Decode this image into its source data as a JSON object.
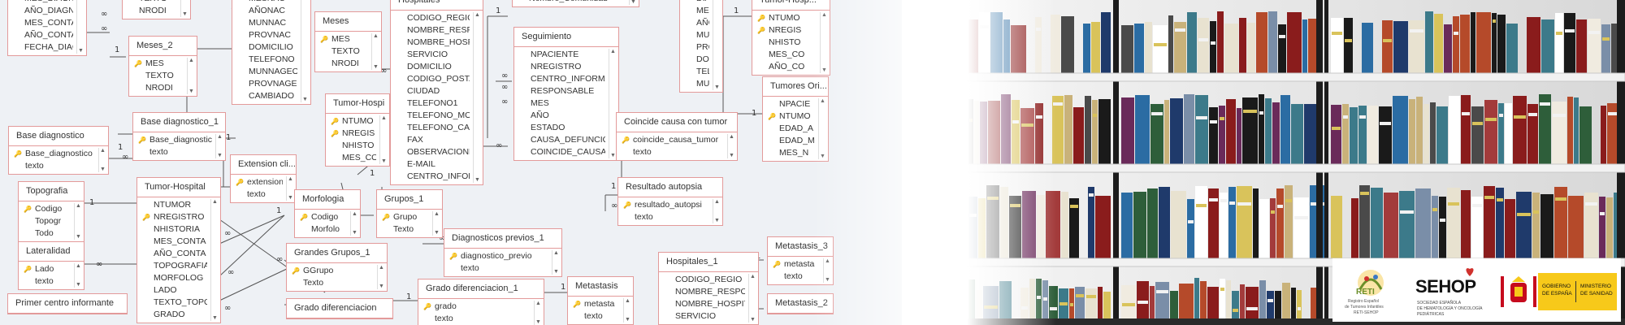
{
  "tables": [
    {
      "id": "t1",
      "title": "",
      "fields": [
        {
          "name": "MES_DIAGNOS"
        },
        {
          "name": "AÑO_DIAGNOS"
        },
        {
          "name": "MES_CONTACT"
        },
        {
          "name": "AÑO_CONTACT"
        },
        {
          "name": "FECHA_DIAGN"
        }
      ]
    },
    {
      "id": "t2",
      "title": "",
      "fields": [
        {
          "name": "TEXTO"
        },
        {
          "name": "NRODI"
        }
      ]
    },
    {
      "id": "t3",
      "title": "Meses_2",
      "fields": [
        {
          "name": "MES",
          "key": true
        },
        {
          "name": "TEXTO"
        },
        {
          "name": "NRODI"
        }
      ]
    },
    {
      "id": "t4",
      "title": "",
      "fields": [
        {
          "name": "MESNAC"
        },
        {
          "name": "AÑONAC"
        },
        {
          "name": "MUNNAC"
        },
        {
          "name": "PROVNAC"
        },
        {
          "name": "DOMICILIO"
        },
        {
          "name": "TELEFONO"
        },
        {
          "name": "MUNNAGEO"
        },
        {
          "name": "PROVNAGEO"
        },
        {
          "name": "CAMBIADO"
        }
      ]
    },
    {
      "id": "t5",
      "title": "Meses",
      "fields": [
        {
          "name": "MES",
          "key": true
        },
        {
          "name": "TEXTO"
        },
        {
          "name": "NRODI"
        }
      ]
    },
    {
      "id": "t6",
      "title": "Hospitales",
      "fields": [
        {
          "name": "CODIGO_REGIO"
        },
        {
          "name": "NOMBRE_RESPO"
        },
        {
          "name": "NOMBRE_HOSPI"
        },
        {
          "name": "SERVICIO"
        },
        {
          "name": "DOMICILIO"
        },
        {
          "name": "CODIGO_POSTA"
        },
        {
          "name": "CIUDAD"
        },
        {
          "name": "TELEFONO1"
        },
        {
          "name": "TELEFONO_MO"
        },
        {
          "name": "TELEFONO_CAS"
        },
        {
          "name": "FAX"
        },
        {
          "name": "OBSERVACIONE"
        },
        {
          "name": "E-MAIL"
        },
        {
          "name": "CENTRO_INFOR"
        }
      ]
    },
    {
      "id": "t7",
      "title": "",
      "fields": [
        {
          "name": "Nombre_Comunidad"
        }
      ]
    },
    {
      "id": "t8",
      "title": "Seguimiento",
      "fields": [
        {
          "name": "NPACIENTE"
        },
        {
          "name": "NREGISTRO"
        },
        {
          "name": "CENTRO_INFORMA"
        },
        {
          "name": "RESPONSABLE"
        },
        {
          "name": "MES"
        },
        {
          "name": "AÑO"
        },
        {
          "name": "ESTADO"
        },
        {
          "name": "CAUSA_DEFUNCIO"
        },
        {
          "name": "COINCIDE_CAUSA"
        }
      ]
    },
    {
      "id": "t9",
      "title": "",
      "fields": [
        {
          "name": "DIAGNO"
        },
        {
          "name": "MESNAC"
        },
        {
          "name": "AÑONA"
        },
        {
          "name": "MUNNA"
        },
        {
          "name": "PROVN"
        },
        {
          "name": "DOMICI"
        },
        {
          "name": "TELEFO"
        },
        {
          "name": "MUNNA"
        }
      ]
    },
    {
      "id": "t10",
      "title": "Tumor-Hospi",
      "fields": [
        {
          "name": "NTUMO",
          "key": true
        },
        {
          "name": "NREGIS",
          "key": true
        },
        {
          "name": "NHISTO"
        },
        {
          "name": "MES_CO"
        }
      ]
    },
    {
      "id": "t11",
      "title": "Tumores Ori...",
      "fields": [
        {
          "name": "NPACIE"
        },
        {
          "name": "NTUMO",
          "key": true
        },
        {
          "name": "EDAD_A"
        },
        {
          "name": "EDAD_M"
        },
        {
          "name": "MES_N"
        }
      ]
    },
    {
      "id": "t12",
      "title": "Tumor-Hosp...",
      "fields": [
        {
          "name": "NTUMO",
          "key": true
        },
        {
          "name": "NREGIS",
          "key": true
        },
        {
          "name": "NHISTO"
        },
        {
          "name": "MES_CO"
        },
        {
          "name": "AÑO_CO"
        }
      ]
    },
    {
      "id": "t13",
      "title": "Base diagnostico_1",
      "fields": [
        {
          "name": "Base_diagnostico",
          "key": true
        },
        {
          "name": "texto"
        }
      ]
    },
    {
      "id": "t14",
      "title": "Base diagnostico",
      "fields": [
        {
          "name": "Base_diagnostico",
          "key": true
        },
        {
          "name": "texto"
        }
      ]
    },
    {
      "id": "t15",
      "title": "Coincide causa con tumor",
      "fields": [
        {
          "name": "coincide_causa_tumor",
          "key": true
        },
        {
          "name": "texto"
        }
      ]
    },
    {
      "id": "t16",
      "title": "Extension cli...",
      "fields": [
        {
          "name": "extension",
          "key": true
        },
        {
          "name": "texto"
        }
      ]
    },
    {
      "id": "t17",
      "title": "Topografia",
      "fields": [
        {
          "name": "Codigo",
          "key": true
        },
        {
          "name": "Topogr"
        },
        {
          "name": "Todo"
        }
      ]
    },
    {
      "id": "t18",
      "title": "Tumor-Hospital",
      "fields": [
        {
          "name": "NTUMOR"
        },
        {
          "name": "NREGISTRO",
          "key": true
        },
        {
          "name": "NHISTORIA"
        },
        {
          "name": "MES_CONTA"
        },
        {
          "name": "AÑO_CONTA"
        },
        {
          "name": "TOPOGRAFIA"
        },
        {
          "name": "MORFOLOG"
        },
        {
          "name": "LADO"
        },
        {
          "name": "TEXTO_TOPO"
        },
        {
          "name": "GRADO"
        }
      ]
    },
    {
      "id": "t19",
      "title": "Morfologia",
      "fields": [
        {
          "name": "Codigo",
          "key": true
        },
        {
          "name": "Morfolo"
        }
      ]
    },
    {
      "id": "t20",
      "title": "Grupos_1",
      "fields": [
        {
          "name": "Grupo",
          "key": true
        },
        {
          "name": "Texto"
        }
      ]
    },
    {
      "id": "t21",
      "title": "Resultado autopsia",
      "fields": [
        {
          "name": "resultado_autopsi",
          "key": true
        },
        {
          "name": "texto"
        }
      ]
    },
    {
      "id": "t22",
      "title": "Diagnosticos previos_1",
      "fields": [
        {
          "name": "diagnostico_previo",
          "key": true
        },
        {
          "name": "texto"
        }
      ]
    },
    {
      "id": "t23",
      "title": "Lateralidad",
      "fields": [
        {
          "name": "Lado",
          "key": true
        },
        {
          "name": "texto"
        }
      ]
    },
    {
      "id": "t24",
      "title": "Grandes Grupos_1",
      "fields": [
        {
          "name": "GGrupo",
          "key": true
        },
        {
          "name": "Texto"
        }
      ]
    },
    {
      "id": "t25",
      "title": "Metastasis_3",
      "fields": [
        {
          "name": "metasta",
          "key": true
        },
        {
          "name": "texto"
        }
      ]
    },
    {
      "id": "t26",
      "title": "Hospitales_1",
      "fields": [
        {
          "name": "CODIGO_REGIO"
        },
        {
          "name": "NOMBRE_RESPO"
        },
        {
          "name": "NOMBRE_HOSPIT"
        },
        {
          "name": "SERVICIO"
        }
      ]
    },
    {
      "id": "t27",
      "title": "Grado diferenciacion_1",
      "fields": [
        {
          "name": "grado",
          "key": true
        },
        {
          "name": "texto"
        }
      ]
    },
    {
      "id": "t28",
      "title": "Metastasis",
      "fields": [
        {
          "name": "metasta",
          "key": true
        },
        {
          "name": "texto"
        }
      ]
    },
    {
      "id": "t29",
      "title": "Primer centro informante",
      "fields": []
    },
    {
      "id": "t30",
      "title": "Grado diferenciacion",
      "fields": []
    },
    {
      "id": "t31",
      "title": "Metastasis_2",
      "fields": []
    }
  ],
  "relationship_labels": {
    "one": "1",
    "many": "∞"
  },
  "logos": {
    "reti": {
      "name": "RETI",
      "caption": [
        "Registro Español",
        "de Tumores Infantiles",
        "RETI-SEHOP"
      ]
    },
    "sehop": {
      "name": "SEHOP",
      "caption": [
        "SOCIEDAD ESPAÑOLA",
        "DE HEMATOLOGÍA Y ONCOLOGÍA",
        "PEDIÁTRICAS"
      ]
    },
    "ministerio": {
      "left": [
        "GOBIERNO",
        "DE ESPAÑA"
      ],
      "right": [
        "MINISTERIO",
        "DE SANIDAD"
      ]
    }
  },
  "colors": {
    "schema_bg": "#eef1f5",
    "table_border": "#e39a9a",
    "gov_yellow": "#f7c91a",
    "spain_red": "#c60b1e",
    "reti_green": "#6b8f2a",
    "sehop_red": "#d0312d"
  }
}
